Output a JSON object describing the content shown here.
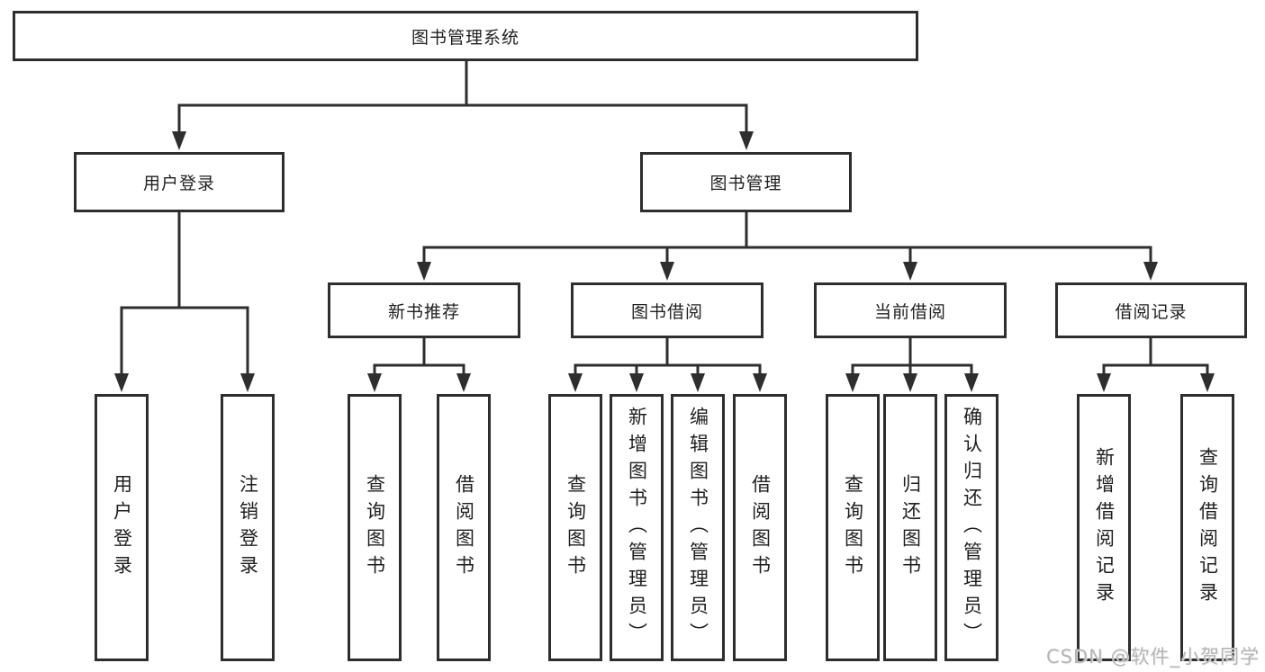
{
  "diagram": {
    "root": "图书管理系统",
    "level2": [
      {
        "label": "用户登录",
        "children": [
          "用户登录",
          "注销登录"
        ]
      },
      {
        "label": "图书管理",
        "groups": [
          {
            "label": "新书推荐",
            "children": [
              "查询图书",
              "借阅图书"
            ]
          },
          {
            "label": "图书借阅",
            "children": [
              "查询图书",
              "新增图书（管理员）",
              "编辑图书（管理员）",
              "借阅图书"
            ]
          },
          {
            "label": "当前借阅",
            "children": [
              "查询图书",
              "归还图书",
              "确认归还（管理员）"
            ]
          },
          {
            "label": "借阅记录",
            "children": [
              "新增借阅记录",
              "查询借阅记录"
            ]
          }
        ]
      }
    ],
    "line_color": "#2e2e2e",
    "background_color": "#ffffff"
  },
  "watermark": "CSDN @软件_小贺同学"
}
